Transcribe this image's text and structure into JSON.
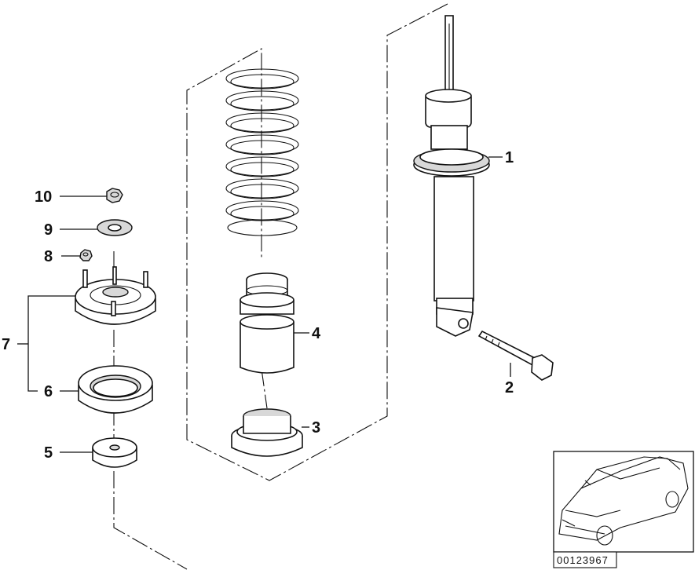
{
  "callouts": [
    {
      "id": "1",
      "label": "1"
    },
    {
      "id": "2",
      "label": "2"
    },
    {
      "id": "3",
      "label": "3"
    },
    {
      "id": "4",
      "label": "4"
    },
    {
      "id": "5",
      "label": "5"
    },
    {
      "id": "6",
      "label": "6"
    },
    {
      "id": "7",
      "label": "7"
    },
    {
      "id": "8",
      "label": "8"
    },
    {
      "id": "9",
      "label": "9"
    },
    {
      "id": "10",
      "label": "10"
    }
  ],
  "diagram_id": "00123967",
  "colors": {
    "line": "#111111",
    "shade": "#d8d8d8",
    "background": "#ffffff"
  },
  "icons": [
    "shock-absorber-icon",
    "coil-spring-icon",
    "car-thumbnail-icon"
  ]
}
